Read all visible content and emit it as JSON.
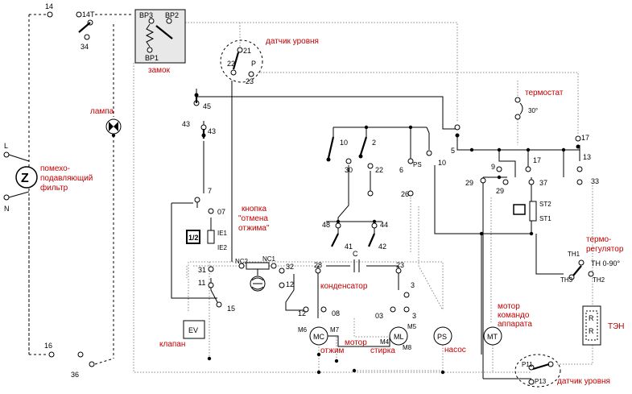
{
  "labels": {
    "t14": "14",
    "t14t": "14T",
    "t34": "34",
    "bp3": "BP3",
    "bp2": "BP2",
    "bp1": "BP1",
    "lock": "замок",
    "level_sensor": "датчик уровня",
    "p21": "21",
    "p22": "22",
    "pP": "P",
    "p23": "23",
    "lamp": "лампа",
    "L": "L",
    "N": "N",
    "filter_line1": "помехо-",
    "filter_line2": "подавляющий",
    "filter_line3": "фильтр",
    "t45": "45",
    "t43a": "43",
    "t43b": "43",
    "t7": "7",
    "t07": "07",
    "ie1": "IE1",
    "ie2": "IE2",
    "half": "1/2",
    "t31": "31",
    "t11": "11",
    "t15": "15",
    "ev": "EV",
    "valve": "клапан",
    "t16": "16",
    "t36": "36",
    "btn_line1": "кнопка",
    "btn_line2": "\"отмена",
    "btn_line3": "отжима\"",
    "nc2": "NC2",
    "nc1": "NC1",
    "t32": "32",
    "t12a": "12",
    "t12b": "12",
    "t08": "08",
    "t03": "03",
    "t3a": "3",
    "t3b": "3",
    "m6": "M6",
    "m7": "M7",
    "m5": "M5",
    "m4": "M4",
    "m8": "M8",
    "mc": "MC",
    "ml": "ML",
    "spin": "отжим",
    "motor_word": "мотор",
    "wash": "стирка",
    "ps_label": "PS",
    "pump": "насос",
    "mt": "MT",
    "cm_line1": "мотор",
    "cm_line2": "командо",
    "cm_line3": "аппарата",
    "t10a": "10",
    "t2": "2",
    "t30": "30",
    "t22": "22",
    "t6": "6",
    "ps_contact": "PS",
    "t26": "26",
    "t10b": "10",
    "t48": "48",
    "t44": "44",
    "t41": "41",
    "t42": "42",
    "t28": "28",
    "cap": "C",
    "t23": "23",
    "capacitor": "конденсатор",
    "thermostat": "термостат",
    "deg30": "30°",
    "t5": "5",
    "t9": "9",
    "t29a": "29",
    "t29b": "29",
    "t17a": "17",
    "t17b": "17",
    "t37": "37",
    "t13": "13",
    "t33": "33",
    "st2": "ST2",
    "st1": "ST1",
    "reg_line1": "термо-",
    "reg_line2": "регулятор",
    "th1": "TH1",
    "th_range": "TH 0-90°",
    "th2": "TH2",
    "th3": "TH3",
    "r1": "R",
    "r2": "R",
    "heater": "ТЭН",
    "p11": "P11",
    "p13": "P13",
    "level_sensor2": "датчик уровня"
  }
}
